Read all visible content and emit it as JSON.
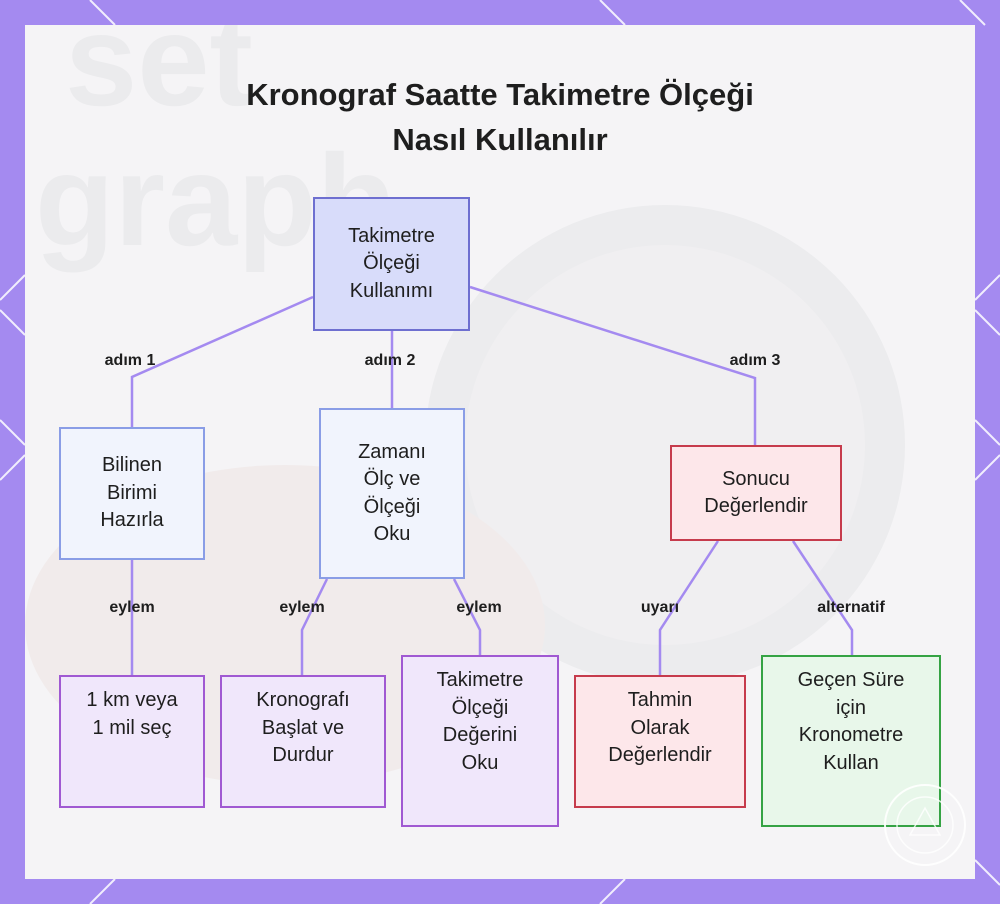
{
  "title": {
    "line1": "Kronograf Saatte Takimetre Ölçeği",
    "line2": "Nasıl Kullanılır"
  },
  "watermark": {
    "text1": "set",
    "text2": "graph"
  },
  "colors": {
    "frame": "#a48af0",
    "edge": "#a48af0",
    "root_fill": "#d8dcfa",
    "step_fill": "#f1f4fd",
    "result_fill": "#fde7ea",
    "action_fill": "#f0e7fb",
    "alternative_fill": "#e8f7ea"
  },
  "nodes": {
    "root": "Takimetre\nÖlçeği\nKullanımı",
    "step1": "Bilinen\nBirimi\nHazırla",
    "step2": "Zamanı\nÖlç ve\nÖlçeği\nOku",
    "step3": "Sonucu\nDeğerlendir",
    "leaf1": "1 km veya\n1 mil seç",
    "leaf2": "Kronografı\nBaşlat ve\nDurdur",
    "leaf3": "Takimetre\nÖlçeği\nDeğerini\nOku",
    "leaf4": "Tahmin\nOlarak\nDeğerlendir",
    "leaf5": "Geçen Süre\niçin\nKronometre\nKullan"
  },
  "edge_labels": {
    "step1": "adım 1",
    "step2": "adım 2",
    "step3": "adım 3",
    "leaf1": "eylem",
    "leaf2": "eylem",
    "leaf3": "eylem",
    "leaf4": "uyarı",
    "leaf5": "alternatif"
  }
}
